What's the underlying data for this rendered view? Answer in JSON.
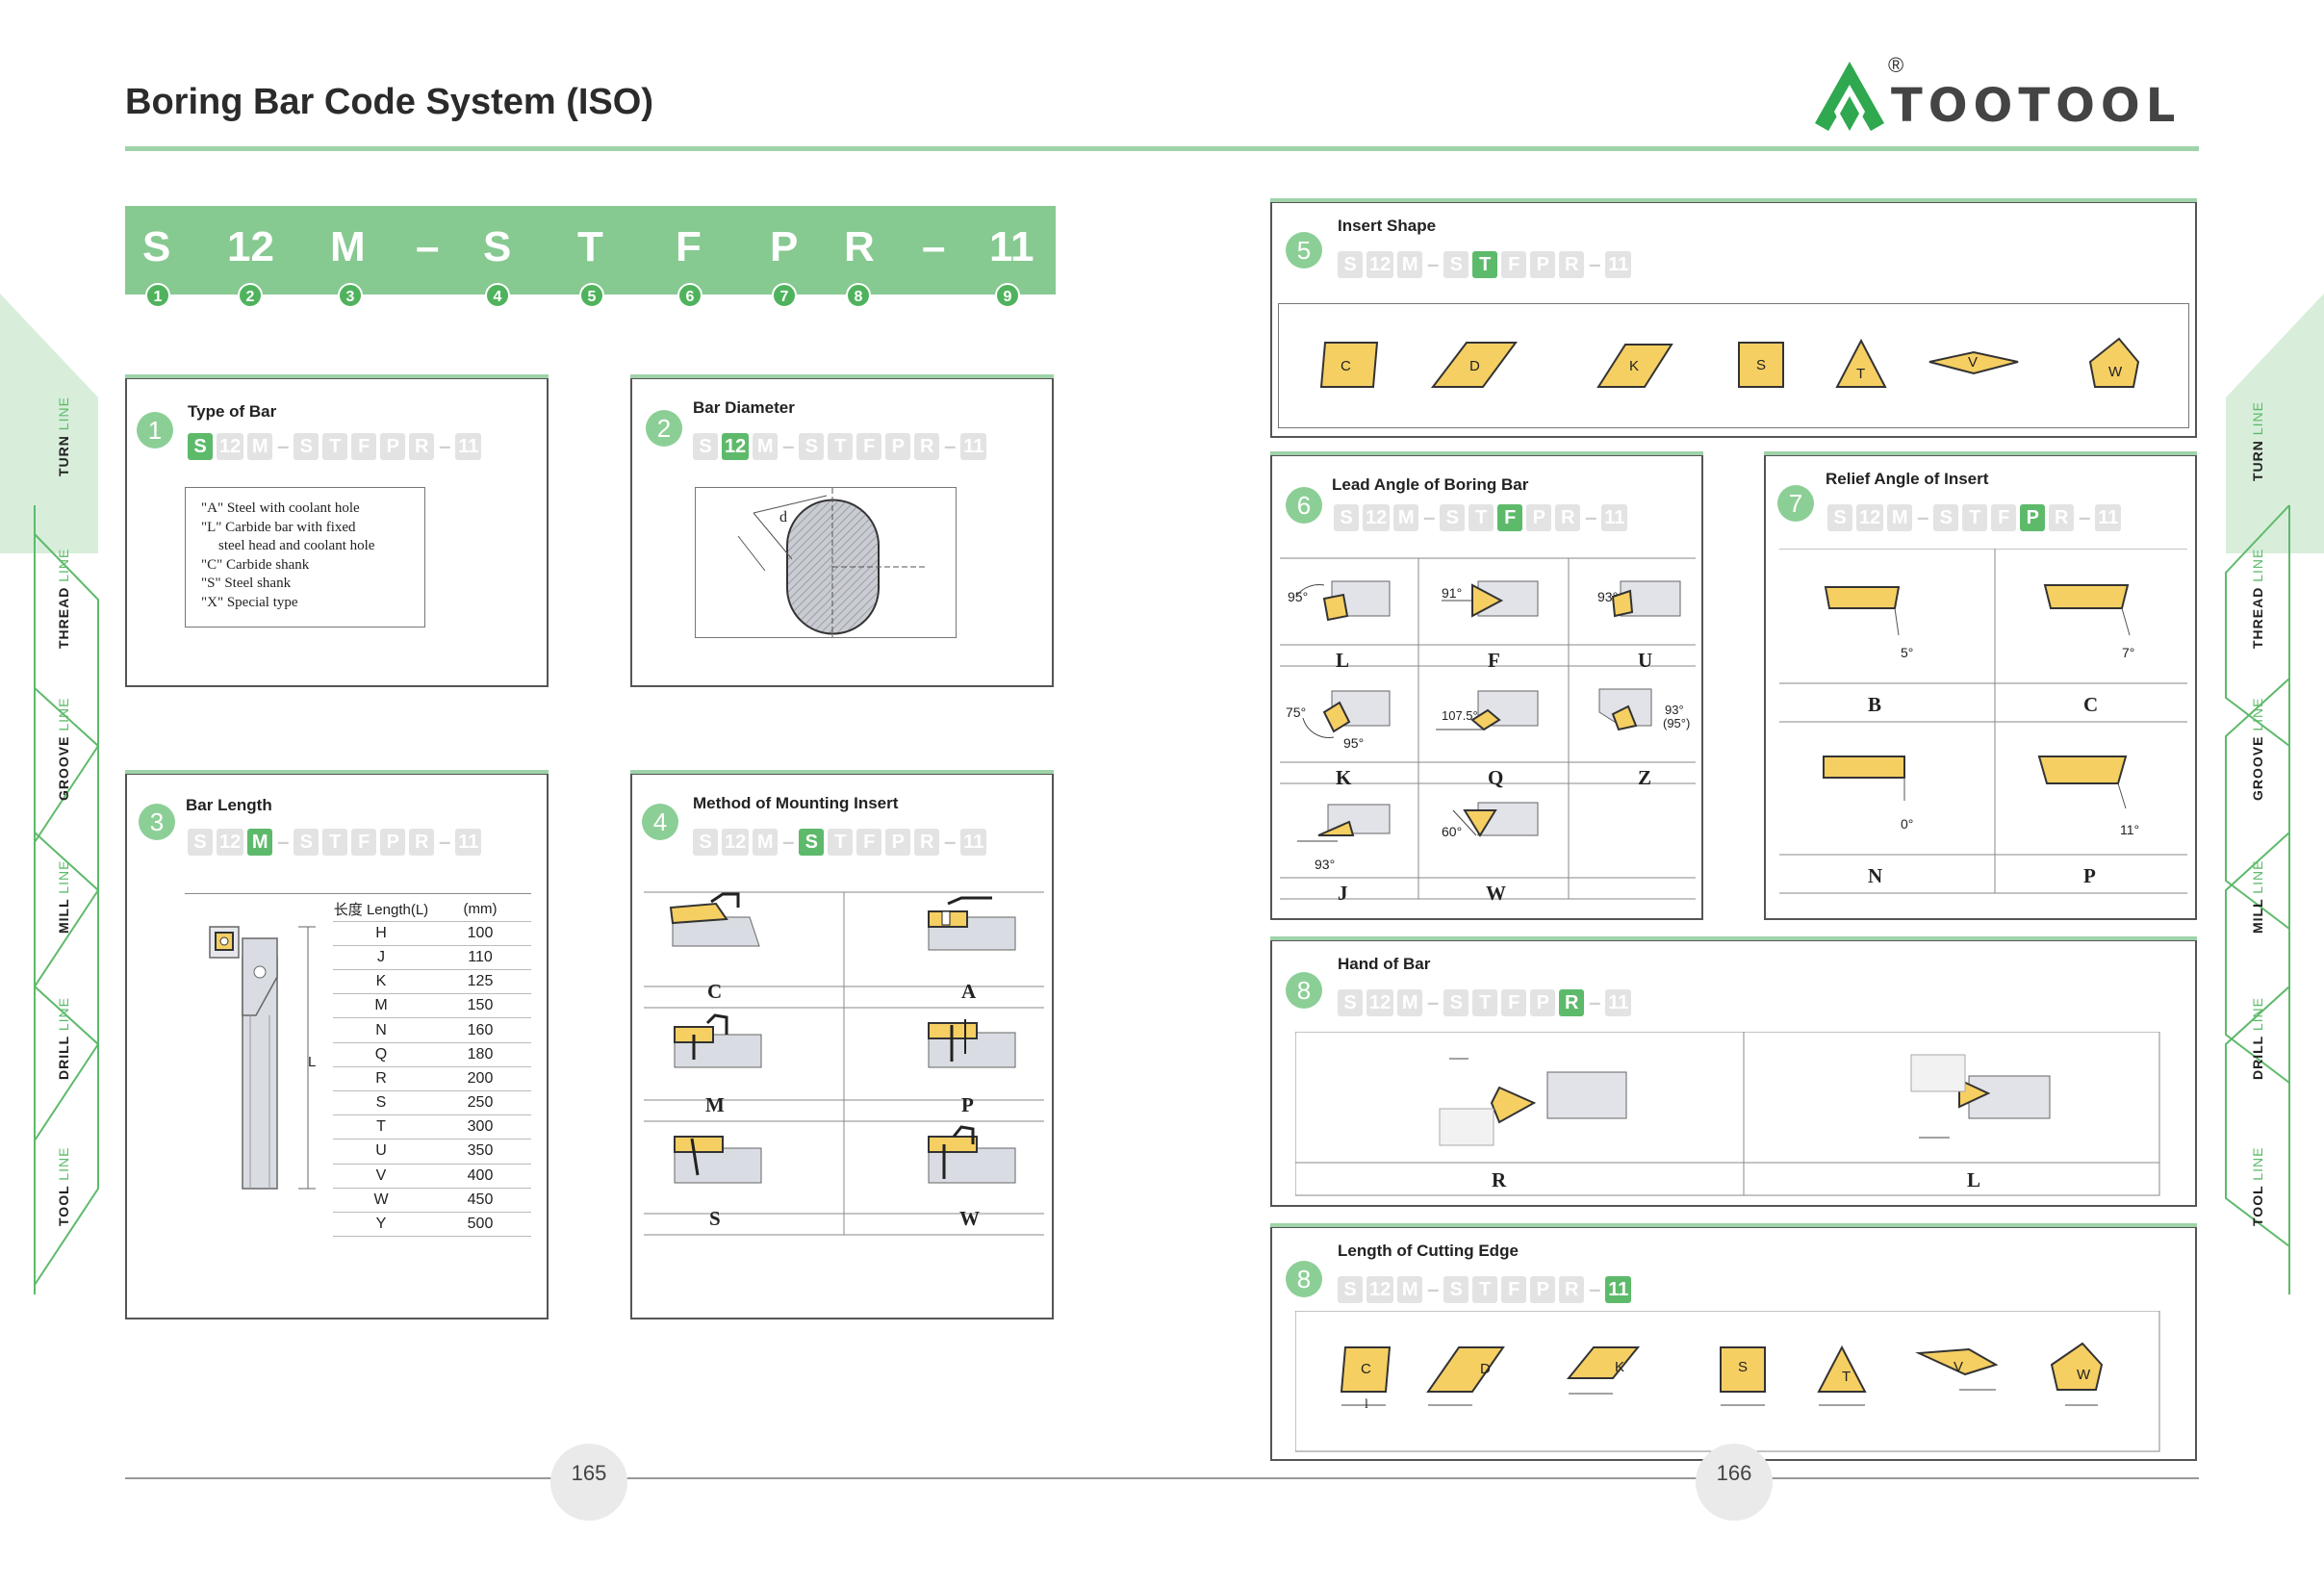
{
  "title": "Boring Bar Code System (ISO)",
  "brand": {
    "name": "TOOTOOL",
    "registered": "®",
    "accent": "#5dba6a",
    "light_accent": "#9fd3a9"
  },
  "code": {
    "parts": [
      "S",
      "12",
      "M",
      "–",
      "S",
      "T",
      "F",
      "P",
      "R",
      "–",
      "11"
    ],
    "numbers": [
      "1",
      "2",
      "3",
      "4",
      "5",
      "6",
      "7",
      "8",
      "9"
    ]
  },
  "chips": [
    "S",
    "12",
    "M",
    "S",
    "T",
    "F",
    "P",
    "R",
    "11"
  ],
  "panels": {
    "type_of_bar": {
      "num": "1",
      "title": "Type of Bar",
      "lines": [
        "\"A\" Steel with coolant hole",
        "\"L\" Carbide bar with fixed",
        "steel head and coolant hole",
        "\"C\" Carbide shank",
        "\"S\" Steel shank",
        "\"X\" Special type"
      ]
    },
    "bar_diameter": {
      "num": "2",
      "title": "Bar Diameter",
      "d_label": "d"
    },
    "bar_length": {
      "num": "3",
      "title": "Bar Length",
      "header_length": "长度 Length(L)",
      "header_mm": "(mm)",
      "l_label": "L",
      "rows": [
        [
          "H",
          "100"
        ],
        [
          "J",
          "110"
        ],
        [
          "K",
          "125"
        ],
        [
          "M",
          "150"
        ],
        [
          "N",
          "160"
        ],
        [
          "Q",
          "180"
        ],
        [
          "R",
          "200"
        ],
        [
          "S",
          "250"
        ],
        [
          "T",
          "300"
        ],
        [
          "U",
          "350"
        ],
        [
          "V",
          "400"
        ],
        [
          "W",
          "450"
        ],
        [
          "Y",
          "500"
        ]
      ]
    },
    "mounting": {
      "num": "4",
      "title": "Method of Mounting Insert",
      "labels": [
        "C",
        "A",
        "M",
        "P",
        "S",
        "W"
      ]
    },
    "insert_shape": {
      "num": "5",
      "title": "Insert Shape",
      "shapes": [
        "C",
        "D",
        "K",
        "S",
        "T",
        "V",
        "W"
      ]
    },
    "lead_angle": {
      "num": "6",
      "title": "Lead Angle of Boring Bar",
      "labels": [
        "L",
        "F",
        "U",
        "K",
        "Q",
        "Z",
        "J",
        "W"
      ],
      "angles": [
        "95°",
        "91°",
        "93°",
        "75°",
        "95°",
        "107.5°",
        "93°",
        "(95°)",
        "93°",
        "60°"
      ]
    },
    "relief_angle": {
      "num": "7",
      "title": "Relief Angle of Insert",
      "labels": [
        "B",
        "C",
        "N",
        "P"
      ],
      "angles": [
        "5°",
        "7°",
        "0°",
        "11°"
      ]
    },
    "hand_of_bar": {
      "num": "8",
      "title": "Hand of Bar",
      "labels": [
        "R",
        "L"
      ]
    },
    "cutting_edge": {
      "num": "8",
      "title": "Length of Cutting Edge",
      "shapes": [
        "C",
        "D",
        "K",
        "S",
        "T",
        "V",
        "W"
      ],
      "l_label": "l"
    }
  },
  "side_tabs": [
    {
      "word": "TURN",
      "suffix": "LINE"
    },
    {
      "word": "THREAD",
      "suffix": "LINE"
    },
    {
      "word": "GROOVE",
      "suffix": "LINE"
    },
    {
      "word": "MILL",
      "suffix": "LINE"
    },
    {
      "word": "DRILL",
      "suffix": "LINE"
    },
    {
      "word": "TOOL",
      "suffix": "LINE"
    }
  ],
  "pages": {
    "left": "165",
    "right": "166"
  }
}
